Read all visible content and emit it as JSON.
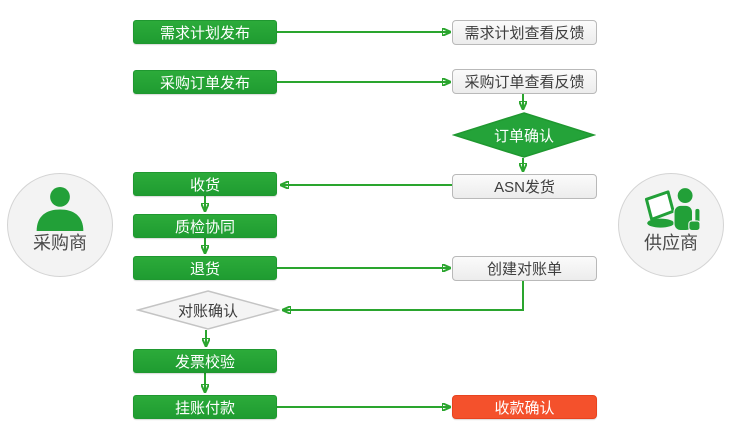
{
  "actors": {
    "buyer": "采购商",
    "supplier": "供应商"
  },
  "steps": {
    "demand_plan_publish": "需求计划发布",
    "demand_plan_feedback": "需求计划查看反馈",
    "po_publish": "采购订单发布",
    "po_feedback": "采购订单查看反馈",
    "order_confirm": "订单确认",
    "asn_ship": "ASN发货",
    "receive_goods": "收货",
    "quality_collab": "质检协同",
    "return_goods": "退货",
    "create_statement": "创建对账单",
    "statement_confirm": "对账确认",
    "invoice_check": "发票校验",
    "book_payment": "挂账付款",
    "receipt_confirm": "收款确认"
  },
  "colors": {
    "process_green": "#24a339",
    "connector_green": "#2aa52e",
    "highlight_red": "#f4512c",
    "neutral_fill": "#f3f3f3",
    "neutral_border": "#b9b9b9",
    "text_dark": "#3d3d3d"
  },
  "icons": {
    "buyer": "person-icon",
    "supplier": "person-laptop-icon"
  }
}
